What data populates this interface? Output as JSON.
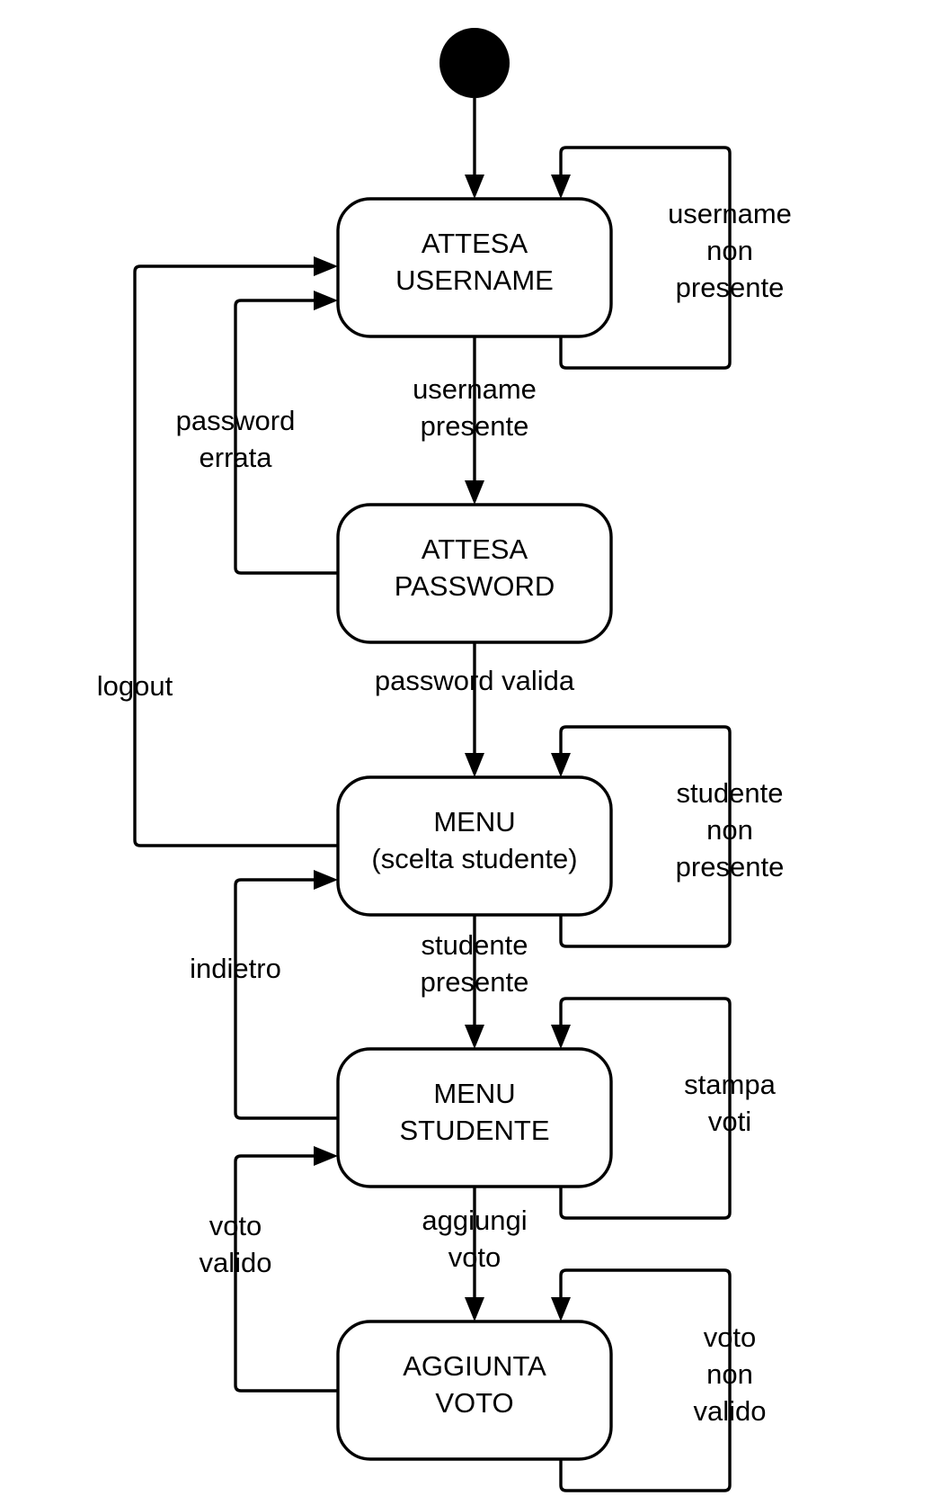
{
  "initial_state": {
    "icon": "filled-circle"
  },
  "states": {
    "attesa_username": [
      "ATTESA",
      "USERNAME"
    ],
    "attesa_password": [
      "ATTESA",
      "PASSWORD"
    ],
    "menu": [
      "MENU",
      "(scelta studente)"
    ],
    "menu_studente": [
      "MENU",
      "STUDENTE"
    ],
    "aggiunta_voto": [
      "AGGIUNTA",
      "VOTO"
    ]
  },
  "transitions": {
    "username_non_presente": [
      "username",
      "non",
      "presente"
    ],
    "username_presente": [
      "username",
      "presente"
    ],
    "password_errata": [
      "password",
      "errata"
    ],
    "password_valida": [
      "password valida"
    ],
    "logout": [
      "logout"
    ],
    "studente_non_presente": [
      "studente",
      "non",
      "presente"
    ],
    "studente_presente": [
      "studente",
      "presente"
    ],
    "indietro": [
      "indietro"
    ],
    "stampa_voti": [
      "stampa",
      "voti"
    ],
    "aggiungi_voto": [
      "aggiungi",
      "voto"
    ],
    "voto_valido": [
      "voto",
      "valido"
    ],
    "voto_non_valido": [
      "voto",
      "non",
      "valido"
    ]
  }
}
